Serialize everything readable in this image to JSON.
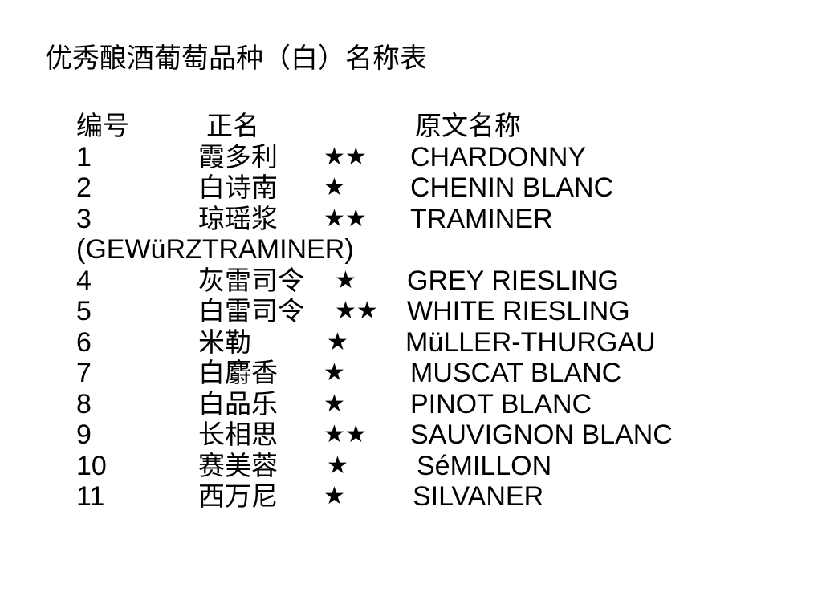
{
  "title": "优秀酿酒葡萄品种（白）名称表",
  "headers": {
    "number": "编号",
    "name": "正名",
    "original": "原文名称"
  },
  "rows": [
    {
      "number": "1",
      "name": "霞多利",
      "stars": "★★",
      "original": "CHARDONNY"
    },
    {
      "number": "2",
      "name": "白诗南",
      "stars": "★",
      "original": "CHENIN BLANC"
    },
    {
      "number": "3",
      "name": "琼瑶浆",
      "stars": "★★",
      "original": "TRAMINER",
      "continuation": "(GEWüRZTRAMINER)"
    },
    {
      "number": "4",
      "name": "灰雷司令",
      "stars": "★",
      "original": "GREY RIESLING"
    },
    {
      "number": "5",
      "name": "白雷司令",
      "stars": "★★",
      "original": "WHITE RIESLING"
    },
    {
      "number": "6",
      "name": "米勒",
      "stars": "★",
      "original": "MüLLER-THURGAU"
    },
    {
      "number": "7",
      "name": "白麝香",
      "stars": "★",
      "original": "MUSCAT BLANC"
    },
    {
      "number": "8",
      "name": "白品乐",
      "stars": "★",
      "original": "PINOT BLANC"
    },
    {
      "number": "9",
      "name": "长相思",
      "stars": "★★",
      "original": "SAUVIGNON BLANC"
    },
    {
      "number": "10",
      "name": "赛美蓉",
      "stars": "★",
      "original": "SéMILLON"
    },
    {
      "number": "11",
      "name": "西万尼",
      "stars": "★",
      "original": "SILVANER"
    }
  ]
}
